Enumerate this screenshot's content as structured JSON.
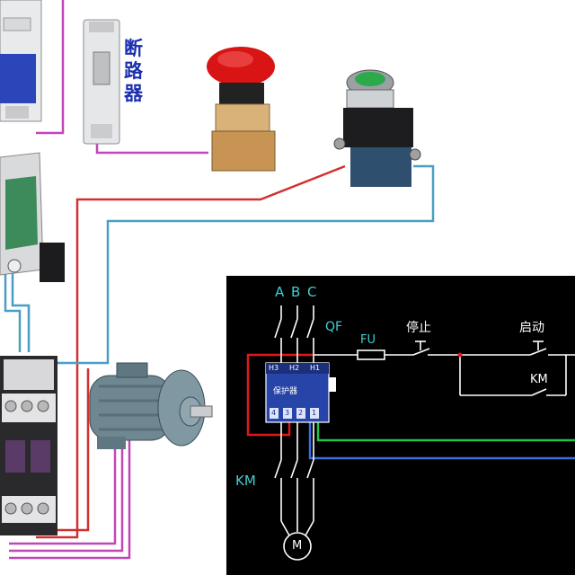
{
  "breaker_label": [
    "断",
    "路",
    "器"
  ],
  "schematic": {
    "phases": [
      "A",
      "B",
      "C"
    ],
    "qf": "QF",
    "fu": "FU",
    "stop": "停止",
    "start": "启动",
    "km_contact": "KM",
    "km_main": "KM",
    "motor": "M",
    "relay_terminals_top": [
      "H3",
      "H2",
      "H1"
    ],
    "relay_name": "保护器",
    "relay_terminals_bottom": [
      "4",
      "3",
      "2",
      "1"
    ]
  },
  "colors": {
    "schematic_bg": "#000000",
    "phase_label": "#3fd0d6",
    "wire_red": "#e01818",
    "wire_green": "#22c24a",
    "wire_blue": "#3a6fe0",
    "wire_pink": "#c246b8",
    "wire_cyan": "#4a9ec6",
    "breaker_text": "#1a2fb0"
  }
}
